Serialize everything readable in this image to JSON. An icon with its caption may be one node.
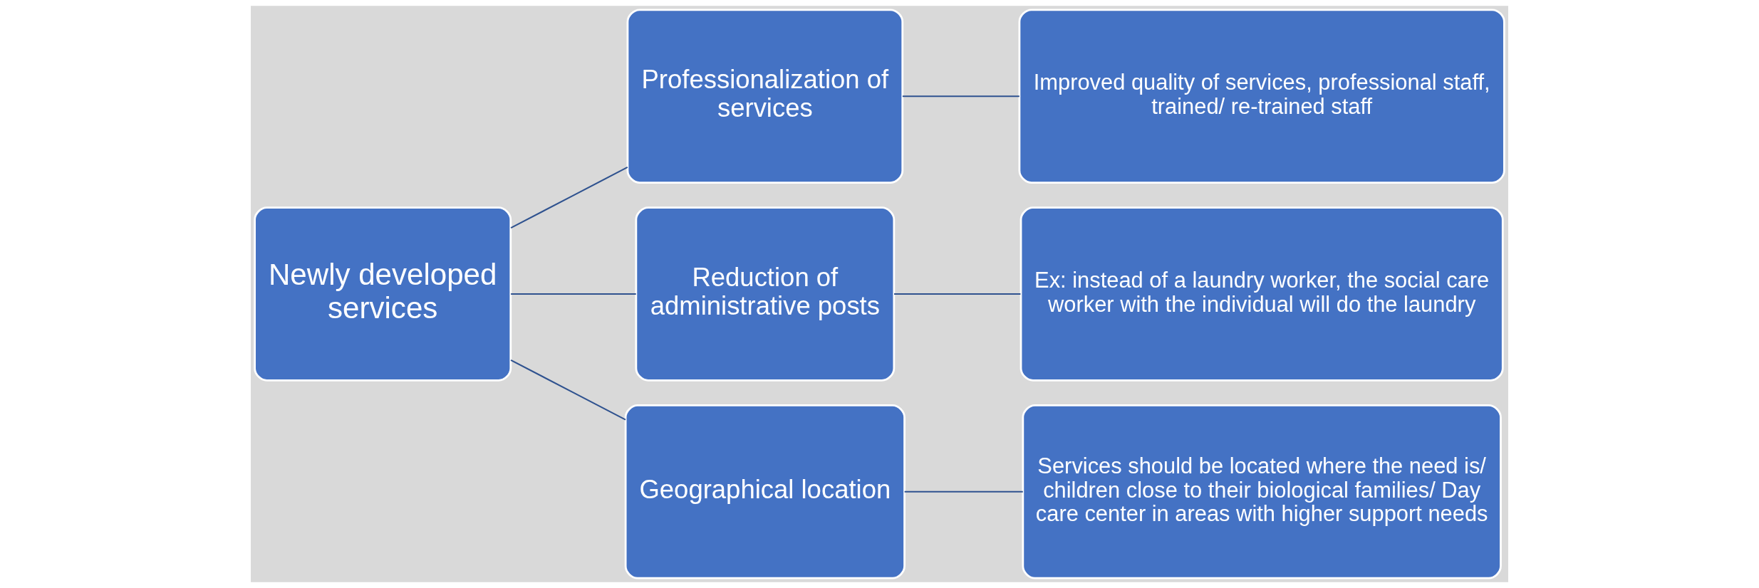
{
  "diagram": {
    "nodes": [
      {
        "text": [
          "Newly developed services"
        ]
      },
      {
        "text": [
          "Professionalization of services"
        ]
      },
      {
        "text": [
          "Improved quality of services, professional staff, trained/ re-trained staff"
        ]
      },
      {
        "text": [
          "Reduction of administrative posts"
        ]
      },
      {
        "text": [
          "Ex: instead of a laundry worker, the social care worker with the individual will do the laundry"
        ]
      },
      {
        "text": [
          "Geographical location"
        ]
      },
      {
        "text": [
          "Services should be located where the need is/ children close to their biological families/ Day care center in areas with higher support needs"
        ]
      }
    ],
    "edges": [
      {
        "from": 0,
        "to": 1,
        "arrow": "none"
      },
      {
        "from": 0,
        "to": 3,
        "arrow": "none"
      },
      {
        "from": 0,
        "to": 5,
        "arrow": "none"
      },
      {
        "from": 1,
        "to": 2,
        "arrow": "none"
      },
      {
        "from": 3,
        "to": 4,
        "arrow": "none"
      },
      {
        "from": 5,
        "to": 6,
        "arrow": "none"
      }
    ]
  }
}
